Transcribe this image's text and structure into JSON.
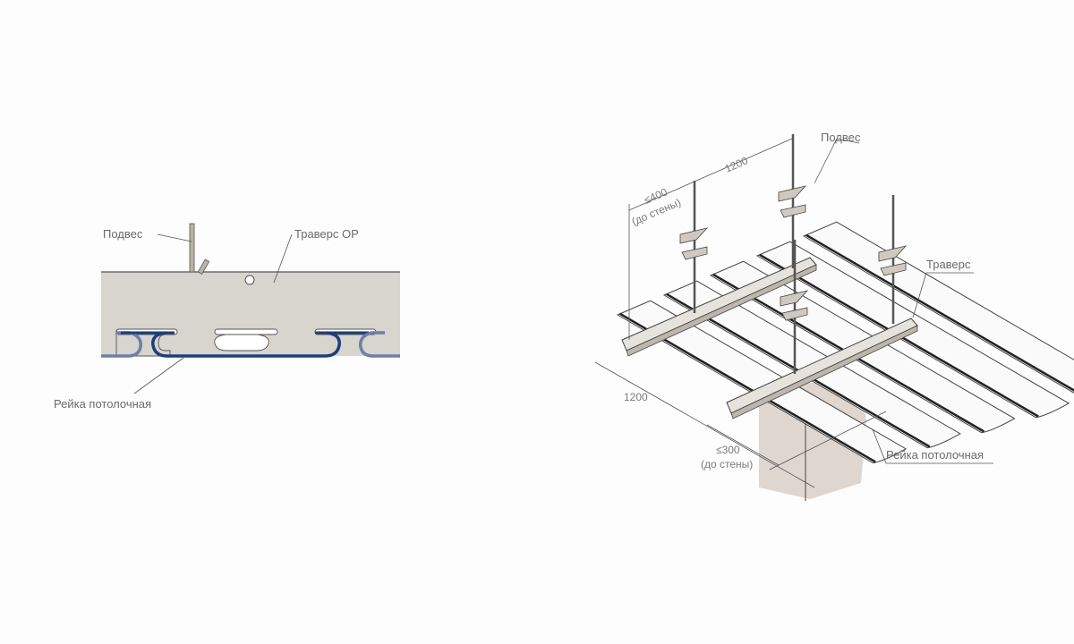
{
  "colors": {
    "beam": "#d8d4ce",
    "rail_blue": "#1f3f7a",
    "rail_light": "#6f7fa8",
    "line": "#555555",
    "wall": "#d9cfc8",
    "label": "#6b6b6b"
  },
  "section_view": {
    "labels": {
      "hanger": "Подвес",
      "traverse": "Траверс ОР",
      "rail": "Рейка потолочная"
    }
  },
  "iso_view": {
    "labels": {
      "hanger": "Подвес",
      "traverse": "Траверс",
      "rail": "Рейка потолочная"
    },
    "dimensions": {
      "top_span": "1200",
      "top_wall": "≤400",
      "top_wall_note": "(до стены)",
      "side_span": "1200",
      "bottom_wall": "≤300",
      "bottom_wall_note": "(до стены)"
    }
  }
}
